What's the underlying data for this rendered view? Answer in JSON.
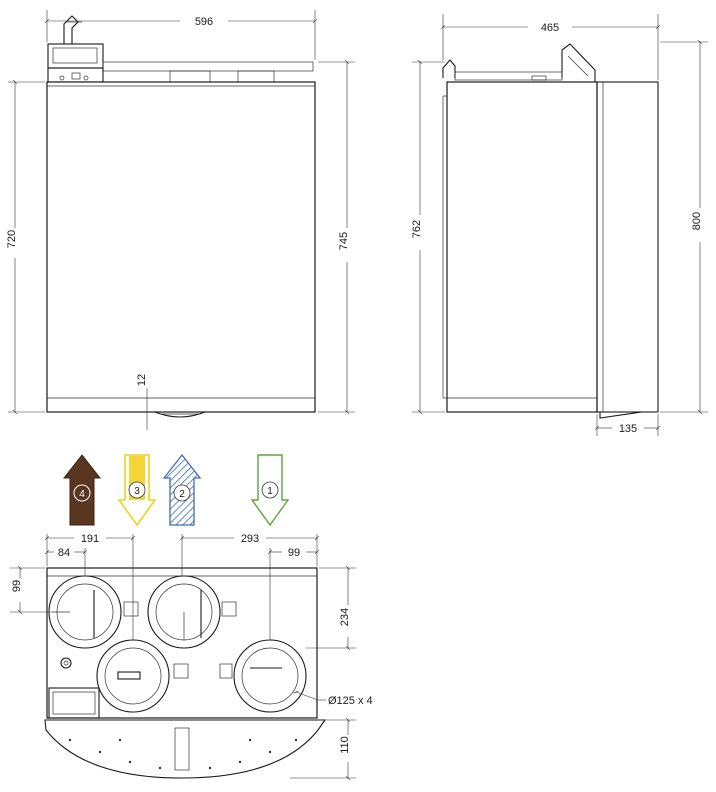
{
  "dimensions": {
    "front_width": "596",
    "front_height_body": "720",
    "front_height_total": "745",
    "front_bottom_gap": "12",
    "side_depth": "465",
    "side_height_body": "762",
    "side_height_total": "800",
    "side_bracket": "135",
    "top_offset_total": "191",
    "top_offset_first": "84",
    "top_offset_right": "293",
    "top_offset_last": "99",
    "top_depth_left": "99",
    "top_depth_right": "234",
    "top_bottom_depth": "110",
    "duct_diameter": "Ø125 x 4"
  },
  "flows": [
    {
      "number": "4",
      "direction": "up",
      "style": "solid",
      "color": "#5a3520"
    },
    {
      "number": "3",
      "direction": "down",
      "style": "outline",
      "color": "#f2d020"
    },
    {
      "number": "2",
      "direction": "up",
      "style": "hatched",
      "color": "#3b6fb0"
    },
    {
      "number": "1",
      "direction": "down",
      "style": "outline",
      "color": "#5aa93a"
    }
  ]
}
